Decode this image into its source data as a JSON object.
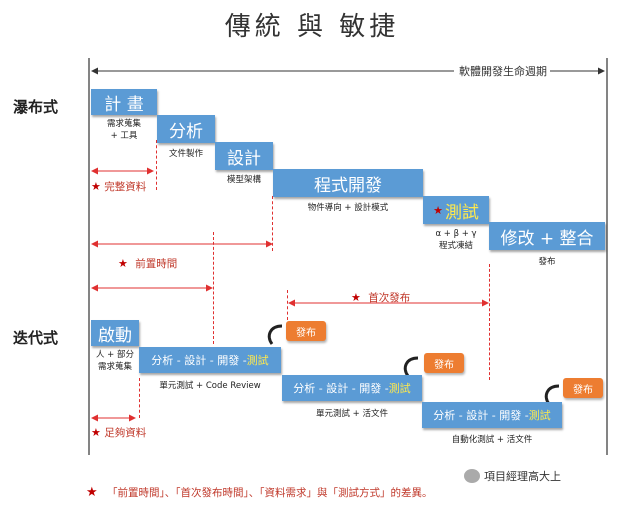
{
  "title": "傳統 與 敏捷",
  "lifecycle_label": "軟體開發生命週期",
  "waterfall": {
    "label": "瀑布式",
    "phases": [
      {
        "name": "計 畫",
        "sub": [
          "需求蒐集",
          "+ 工具"
        ]
      },
      {
        "name": "分析",
        "sub": [
          "文件製作"
        ]
      },
      {
        "name": "設計",
        "sub": [
          "模型架構"
        ]
      },
      {
        "name": "程式開發",
        "sub": [
          "物件導向 + 設計模式"
        ]
      },
      {
        "name": "測試",
        "sub": [
          "α + β + γ",
          "程式凍結"
        ]
      },
      {
        "name": "修改 + 整合",
        "sub": [
          "發布"
        ]
      }
    ],
    "complete_docs": "完整資料",
    "lead_time": "前置時間",
    "first_release_time": "首次發布"
  },
  "agile": {
    "label": "迭代式",
    "start": {
      "name": "啟動",
      "sub": [
        "人 + 部分",
        "需求蒐集"
      ]
    },
    "iter_prefix": "分析 - 設計 - 開發 - ",
    "iter_test": "測試",
    "iterations": [
      {
        "sub": "單元測試 + Code Review"
      },
      {
        "sub": "單元測試 + 活文件"
      },
      {
        "sub": "自動化測試 + 活文件"
      }
    ],
    "release": "發布",
    "enough_docs": "足夠資料"
  },
  "footer": "「前置時間」、「首次發布時間」、「資料需求」與「測試方式」的差異。",
  "watermark": "項目經理高大上",
  "colors": {
    "box": "#5b9bd5",
    "release": "#ed7d31",
    "marker": "#c00000",
    "highlight": "#ffe94d"
  }
}
